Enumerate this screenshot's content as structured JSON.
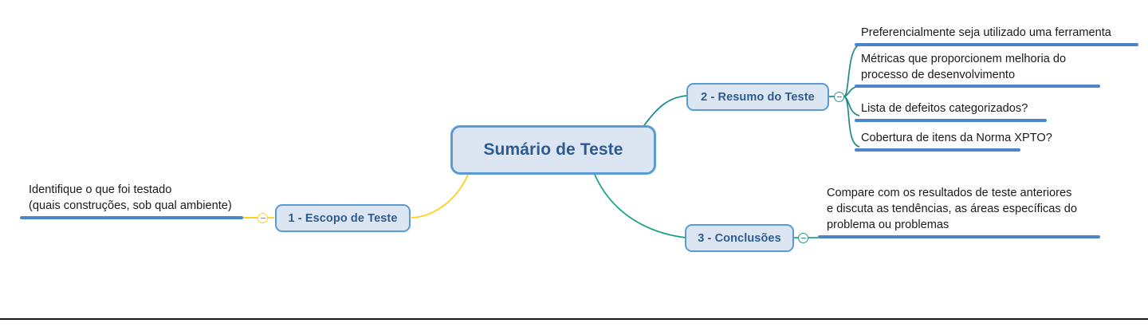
{
  "diagram": {
    "type": "mind-map",
    "central": {
      "label": "Sumário de Teste"
    },
    "branches": [
      {
        "id": "escopo",
        "label": "1 - Escopo de Teste",
        "side": "left",
        "connector_color": "#ffd21f",
        "collapse_marker": "minus-circle-icon",
        "leaves": [
          {
            "lines": [
              "Identifique o que foi testado",
              "(quais construções, sob qual ambiente)"
            ]
          }
        ]
      },
      {
        "id": "resumo",
        "label": "2 - Resumo do Teste",
        "side": "right",
        "connector_color": "#1f8a8a",
        "collapse_marker": "minus-circle-icon",
        "leaves": [
          {
            "lines": [
              "Preferencialmente seja utilizado uma ferramenta"
            ]
          },
          {
            "lines": [
              "Métricas que proporcionem melhoria do",
              "processo de desenvolvimento"
            ]
          },
          {
            "lines": [
              "Lista de defeitos categorizados?"
            ]
          },
          {
            "lines": [
              "Cobertura de itens da Norma XPTO?"
            ]
          }
        ]
      },
      {
        "id": "conclusoes",
        "label": "3 - Conclusões",
        "side": "right",
        "connector_color": "#16a085",
        "collapse_marker": "minus-circle-icon",
        "leaves": [
          {
            "lines": [
              "Compare com os resultados de teste anteriores",
              "e discuta as tendências, as áreas específicas do",
              "problema ou problemas"
            ]
          }
        ]
      }
    ],
    "colors": {
      "node_fill": "#dce6f2",
      "node_border": "#5b9bd5",
      "node_text": "#2e5b8f",
      "leaf_text": "#1a1a1a",
      "underline": "#4a86c8",
      "connector_yellow": "#ffd21f",
      "connector_teal": "#1f8a8a",
      "connector_green": "#16a085",
      "bottom_rule": "#1a1a1a"
    }
  }
}
